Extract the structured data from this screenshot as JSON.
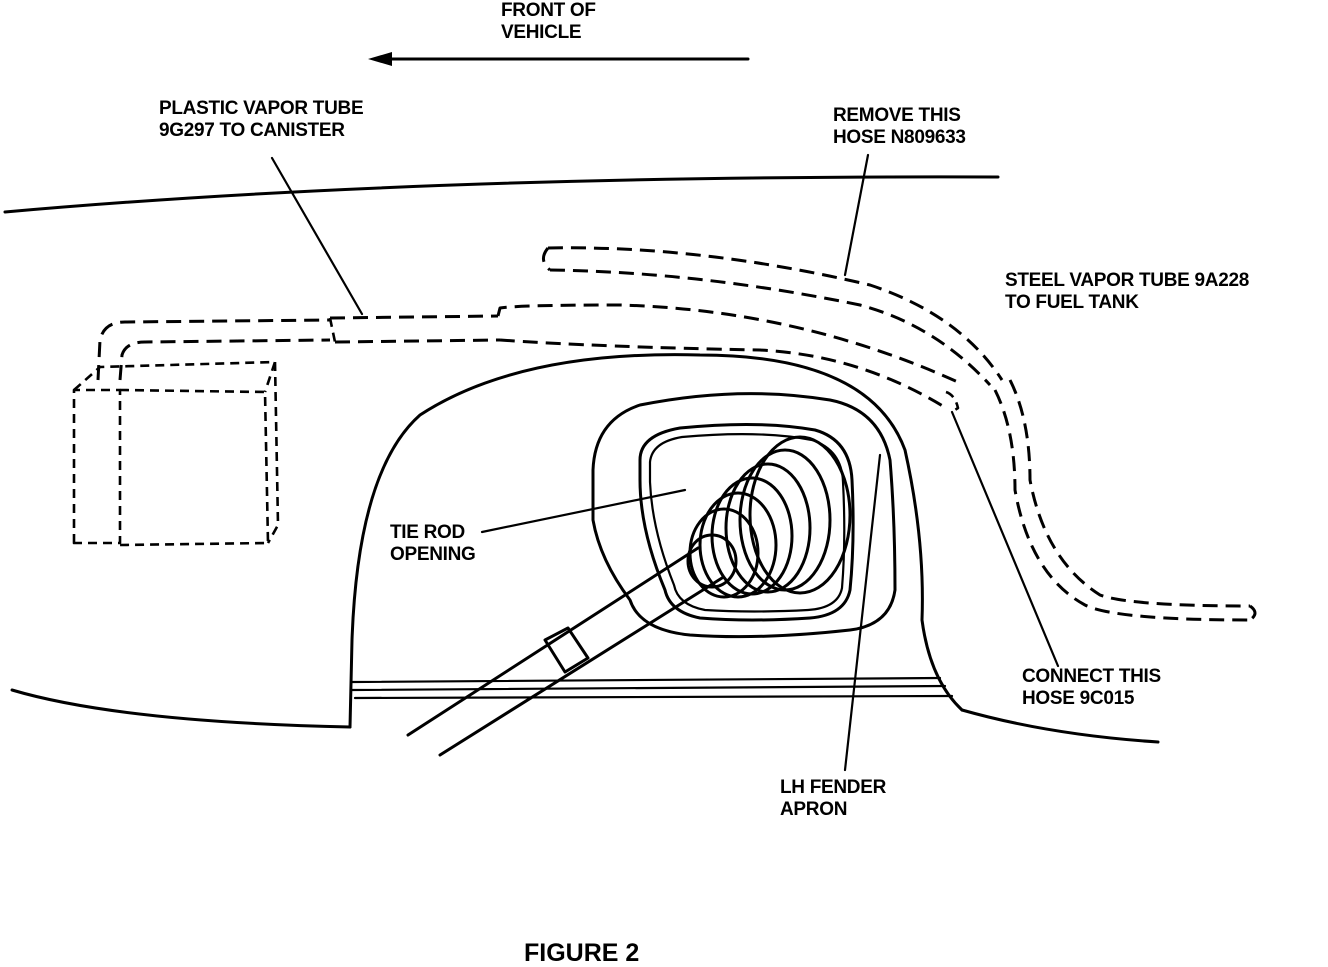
{
  "direction": {
    "line1": "FRONT OF",
    "line2": "VEHICLE"
  },
  "callouts": {
    "plastic_vapor_tube": {
      "line1": "PLASTIC VAPOR TUBE",
      "line2": "9G297 TO CANISTER"
    },
    "remove_hose": {
      "line1": "REMOVE THIS",
      "line2": "HOSE N809633"
    },
    "steel_vapor_tube": {
      "line1": "STEEL VAPOR TUBE 9A228",
      "line2": "TO FUEL TANK"
    },
    "tie_rod_opening": {
      "line1": "TIE ROD",
      "line2": "OPENING"
    },
    "connect_hose": {
      "line1": "CONNECT THIS",
      "line2": "HOSE 9C015"
    },
    "lh_fender_apron": {
      "line1": "LH FENDER",
      "line2": "APRON"
    }
  },
  "figure_caption": "FIGURE 2"
}
